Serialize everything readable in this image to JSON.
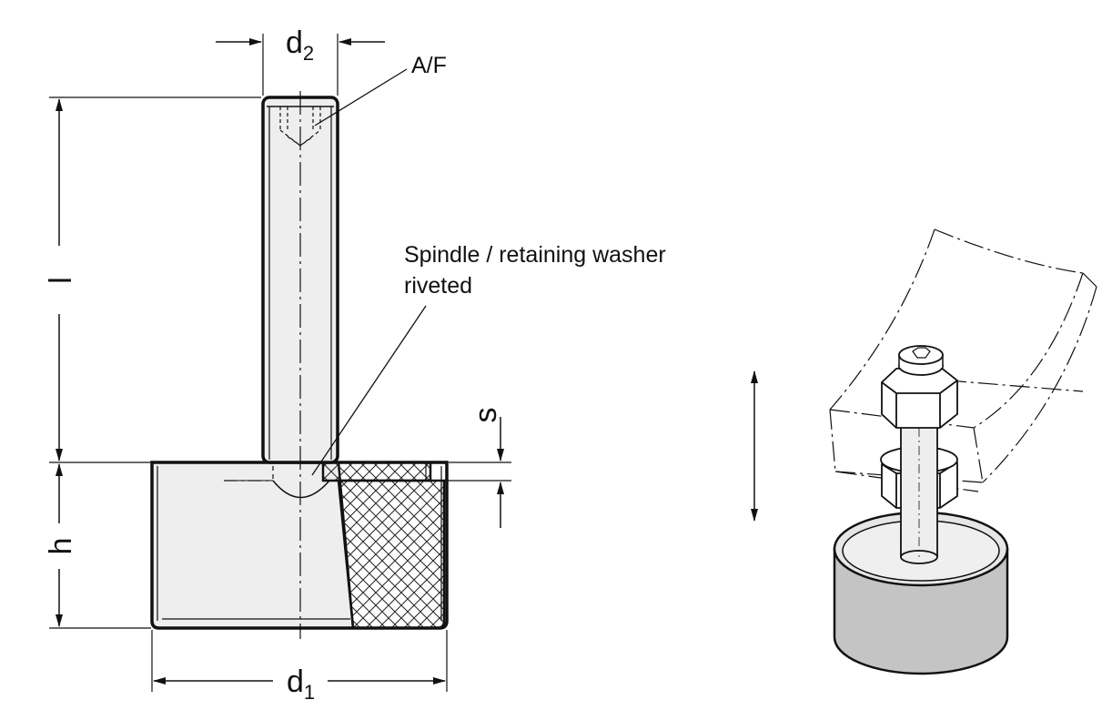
{
  "labels": {
    "d2_main": "d",
    "d2_sub": "2",
    "d1_main": "d",
    "d1_sub": "1",
    "af": "A/F",
    "l": "l",
    "h": "h",
    "s": "s",
    "spindle_line1": "Spindle / retaining washer",
    "spindle_line2": "riveted"
  },
  "colors": {
    "line": "#111111",
    "metal_fill": "#eeeeee",
    "base_side_fill": "#c4c4c4",
    "base_top_fill": "#e6e6e6"
  }
}
